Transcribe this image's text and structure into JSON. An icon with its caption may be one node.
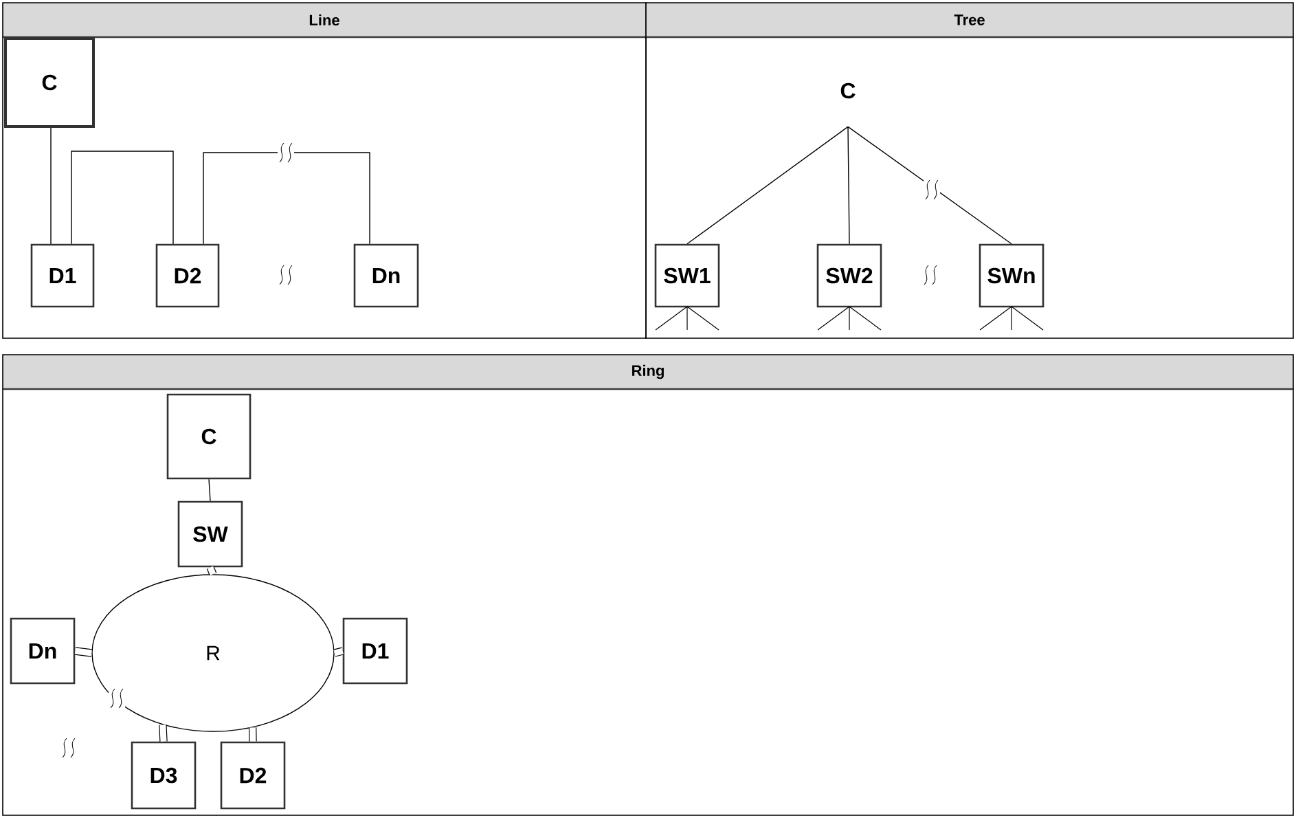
{
  "diagram": {
    "nodes": [
      {
        "text": [
          "Line"
        ]
      },
      {
        "text": [
          "C"
        ],
        "in": 0
      },
      {
        "text": [
          "D1"
        ],
        "in": 0
      },
      {
        "text": [
          "D2"
        ],
        "in": 0
      },
      {
        "text": [
          "Dn"
        ],
        "in": 0
      },
      {
        "text": [
          "Tree"
        ]
      },
      {
        "text": [
          "C"
        ],
        "in": 5
      },
      {
        "text": [
          "SW1"
        ],
        "in": 5
      },
      {
        "text": [
          "SW2"
        ],
        "in": 5
      },
      {
        "text": [
          "SWn"
        ],
        "in": 5
      },
      {
        "text": [
          "Ring"
        ]
      },
      {
        "text": [
          "C"
        ],
        "in": 10
      },
      {
        "text": [
          "SW"
        ],
        "in": 10
      },
      {
        "text": [
          "R"
        ],
        "in": 10
      },
      {
        "text": [
          "Dn"
        ],
        "in": 10
      },
      {
        "text": [
          "D1"
        ],
        "in": 10
      },
      {
        "text": [
          "D3"
        ],
        "in": 10
      },
      {
        "text": [
          "D2"
        ],
        "in": 10
      }
    ],
    "edges": [
      {
        "from": 1,
        "to": 2,
        "arrow": "none"
      },
      {
        "from": 2,
        "to": 3,
        "arrow": "none"
      },
      {
        "from": 3,
        "to": 4,
        "arrow": "none"
      },
      {
        "from": 6,
        "to": 7,
        "arrow": "none"
      },
      {
        "from": 6,
        "to": 8,
        "arrow": "none"
      },
      {
        "from": 6,
        "to": 9,
        "arrow": "none"
      },
      {
        "from": 11,
        "to": 12,
        "arrow": "none"
      },
      {
        "from": 12,
        "to": 13,
        "arrow": "none",
        "style": "thick"
      },
      {
        "from": 14,
        "to": 13,
        "arrow": "none",
        "style": "thick"
      },
      {
        "from": 15,
        "to": 13,
        "arrow": "none",
        "style": "thick"
      },
      {
        "from": 16,
        "to": 13,
        "arrow": "none",
        "style": "thick"
      },
      {
        "from": 17,
        "to": 13,
        "arrow": "none",
        "style": "thick"
      }
    ]
  }
}
